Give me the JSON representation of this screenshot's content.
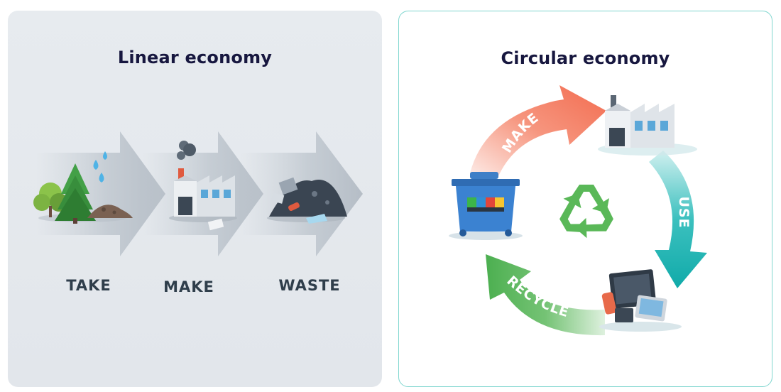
{
  "linear": {
    "title": "Linear economy",
    "steps": [
      "TAKE",
      "MAKE",
      "WASTE"
    ]
  },
  "circular": {
    "title": "Circular economy",
    "steps": [
      "MAKE",
      "USE",
      "RECYCLE"
    ]
  },
  "colors": {
    "make_arrow": "#f47a5d",
    "use_arrow": "#19b5b3",
    "recycle_arrow": "#5cb85c",
    "recycle_symbol": "#5ab858",
    "step_label": "#2f3e4b",
    "title_text": "#17173f"
  }
}
